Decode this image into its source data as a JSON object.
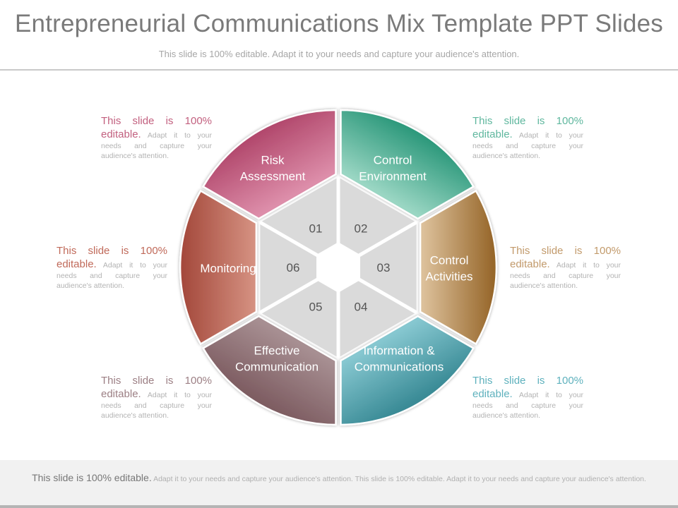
{
  "header": {
    "title": "Entrepreneurial Communications Mix Template PPT Slides",
    "subtitle": "This slide is 100% editable. Adapt it to your needs and capture your audience's attention."
  },
  "segments": [
    {
      "label": "Risk Assessment",
      "number": "01",
      "color_light": "#dd8eaa",
      "color_dark": "#b34a6e"
    },
    {
      "label": "Control Environment",
      "number": "02",
      "color_light": "#9ad6c3",
      "color_dark": "#2f9a7d"
    },
    {
      "label": "Control Activities",
      "number": "03",
      "color_light": "#dcc09a",
      "color_dark": "#97672b"
    },
    {
      "label": "Information & Communications",
      "number": "04",
      "color_light": "#86c7d0",
      "color_dark": "#3a8b96"
    },
    {
      "label": "Effective Communication",
      "number": "05",
      "color_light": "#a78f92",
      "color_dark": "#7e5d62"
    },
    {
      "label": "Monitoring",
      "number": "06",
      "color_light": "#d49080",
      "color_dark": "#a54a3d"
    }
  ],
  "notes": [
    {
      "lead": "This slide is 100% editable.",
      "body": "Adapt it to your needs and capture your audience's attention.",
      "color": "#c2607f"
    },
    {
      "lead": "This slide is 100% editable.",
      "body": "Adapt it to your needs and capture your audience's attention.",
      "color": "#5fb79e"
    },
    {
      "lead": "This slide is 100% editable.",
      "body": "Adapt it to your needs and capture your audience's attention.",
      "color": "#c29a6b"
    },
    {
      "lead": "This slide is 100% editable.",
      "body": "Adapt it to your needs and capture your audience's attention.",
      "color": "#5eb1bd"
    },
    {
      "lead": "This slide is 100% editable.",
      "body": "Adapt it to your needs and capture your audience's attention.",
      "color": "#9c7f84"
    },
    {
      "lead": "This slide is 100% editable.",
      "body": "Adapt it to your needs and capture your audience's attention.",
      "color": "#c06a5a"
    }
  ],
  "footer": {
    "lead": "This slide is 100% editable.",
    "body": "Adapt it to your needs and capture your audience's attention. This slide is 100% editable. Adapt it to your needs and capture your audience's attention."
  },
  "colors": {
    "inner_ring": "#dadada",
    "number_text": "#555555",
    "label_text": "#ffffff",
    "title_text": "#7a7a7a"
  }
}
